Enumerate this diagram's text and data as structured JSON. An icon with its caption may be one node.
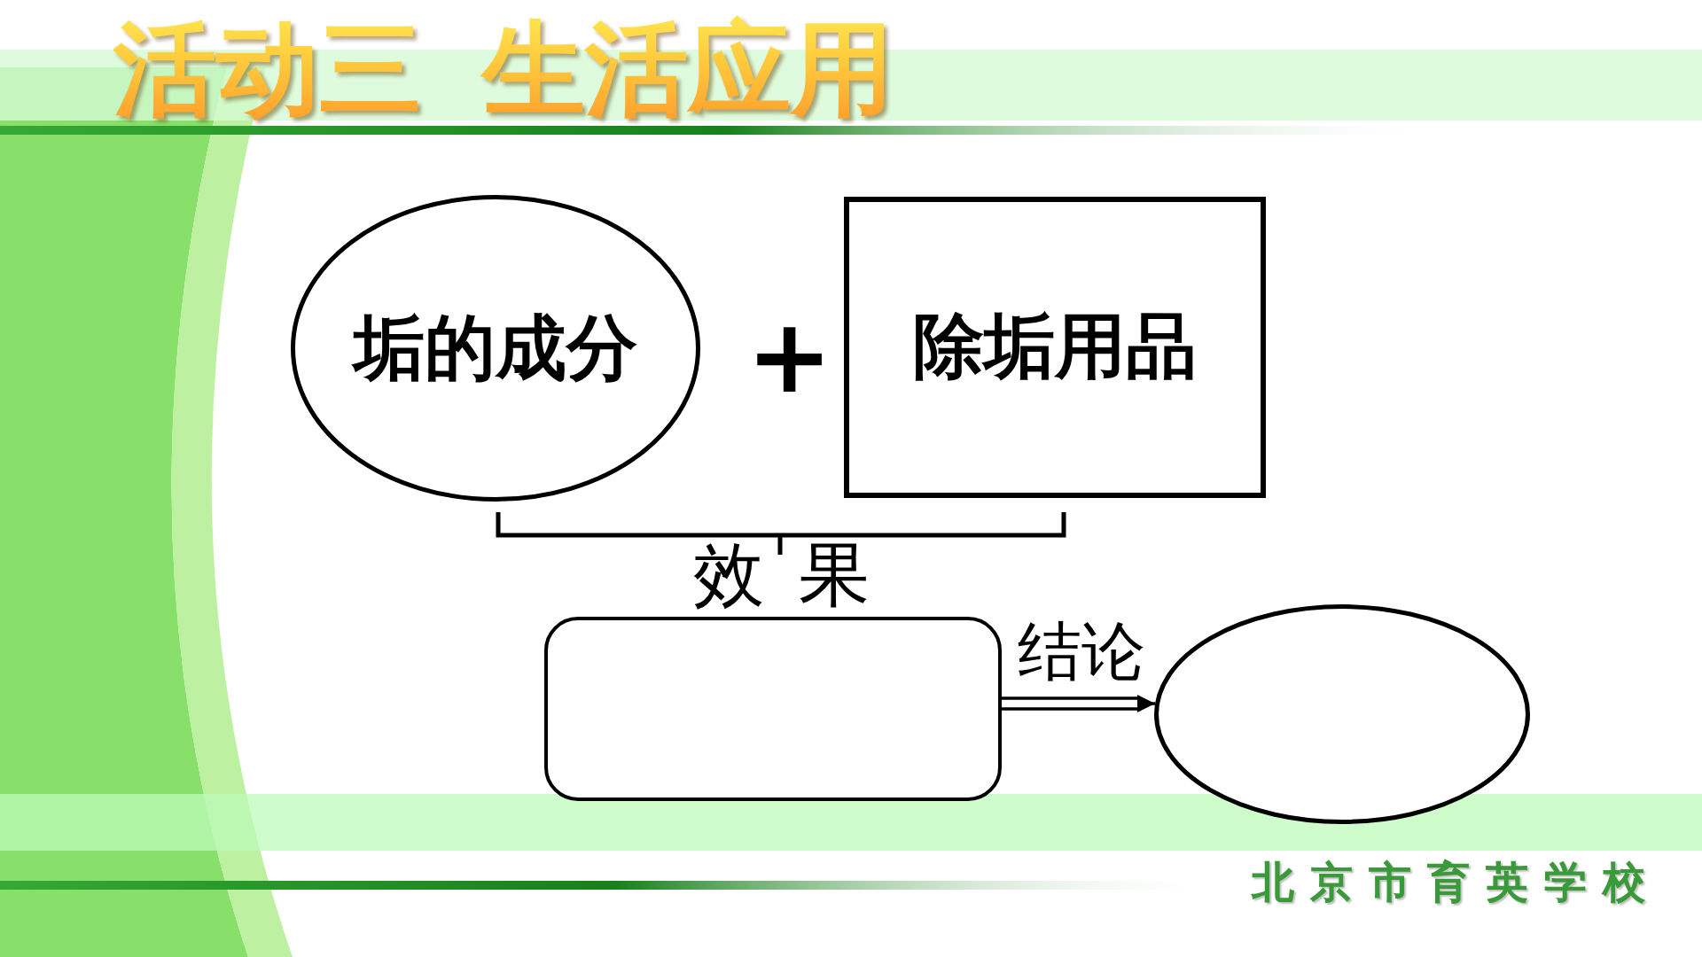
{
  "diagram": {
    "title": "活动三 生活应用",
    "nodes": [
      {
        "text": [
          "垢的成分"
        ]
      },
      {
        "text": [
          "除垢用品"
        ]
      },
      {
        "text": [],
        "shape": "box"
      },
      {
        "text": [],
        "shape": "ellipse"
      }
    ],
    "edges": [
      {
        "from": 2,
        "to": 3,
        "arrow": "to",
        "label": "结论"
      }
    ],
    "labels": [
      "+",
      "效 果",
      "北京市育英学校"
    ]
  }
}
